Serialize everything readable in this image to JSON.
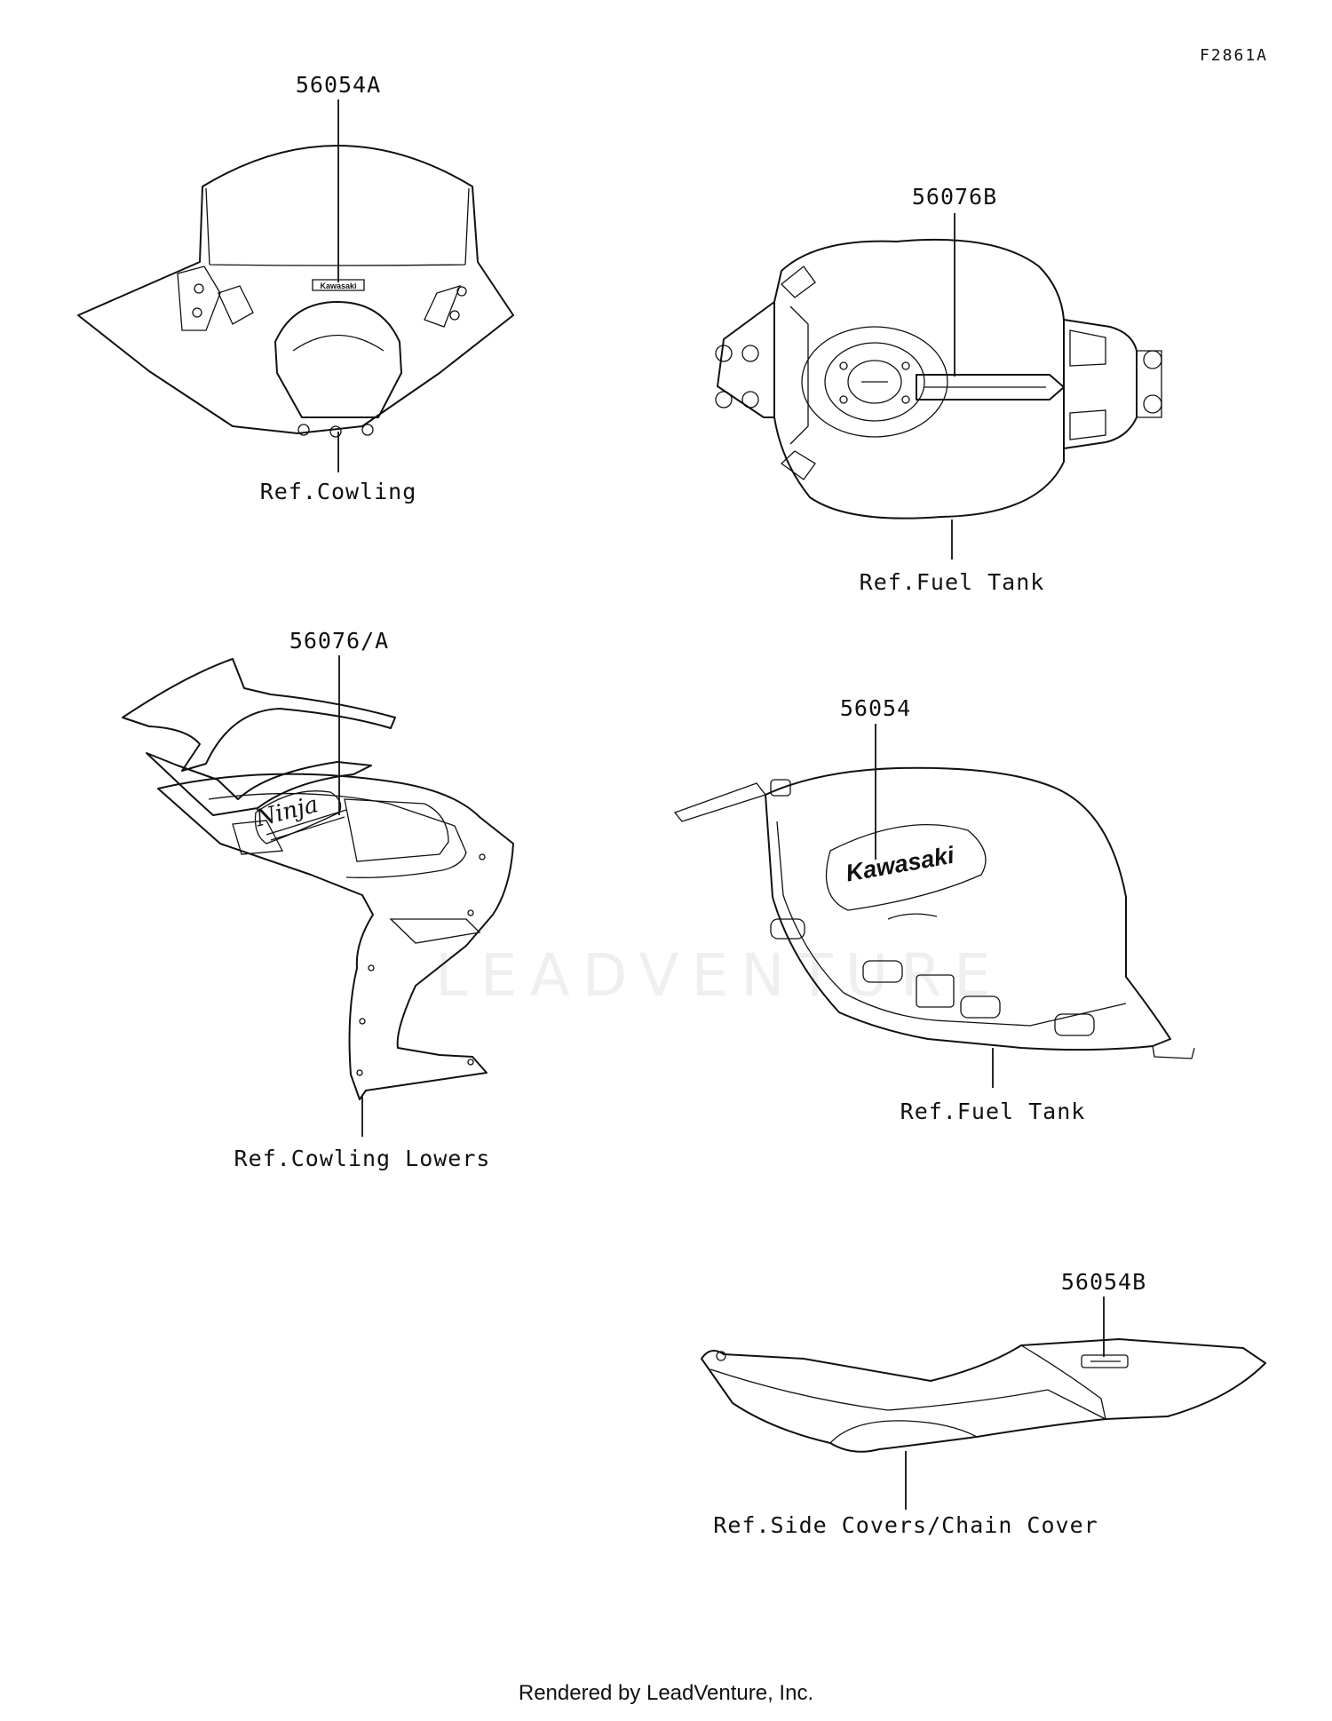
{
  "diagram": {
    "code": "F2861A",
    "watermark": "LEADVENTURE",
    "footer": "Rendered by LeadVenture, Inc.",
    "callouts": {
      "windshield_part": "56054A",
      "windshield_ref": "Ref.Cowling",
      "tank_top_part": "56076B",
      "tank_top_ref": "Ref.Fuel Tank",
      "cowl_lower_part": "56076/A",
      "cowl_lower_ref": "Ref.Cowling Lowers",
      "tank_side_part": "56054",
      "tank_side_ref": "Ref.Fuel Tank",
      "side_cover_part": "56054B",
      "side_cover_ref": "Ref.Side Covers/Chain Cover"
    },
    "decals": {
      "kawasaki": "Kawasaki",
      "ninja": "Ninja"
    }
  }
}
